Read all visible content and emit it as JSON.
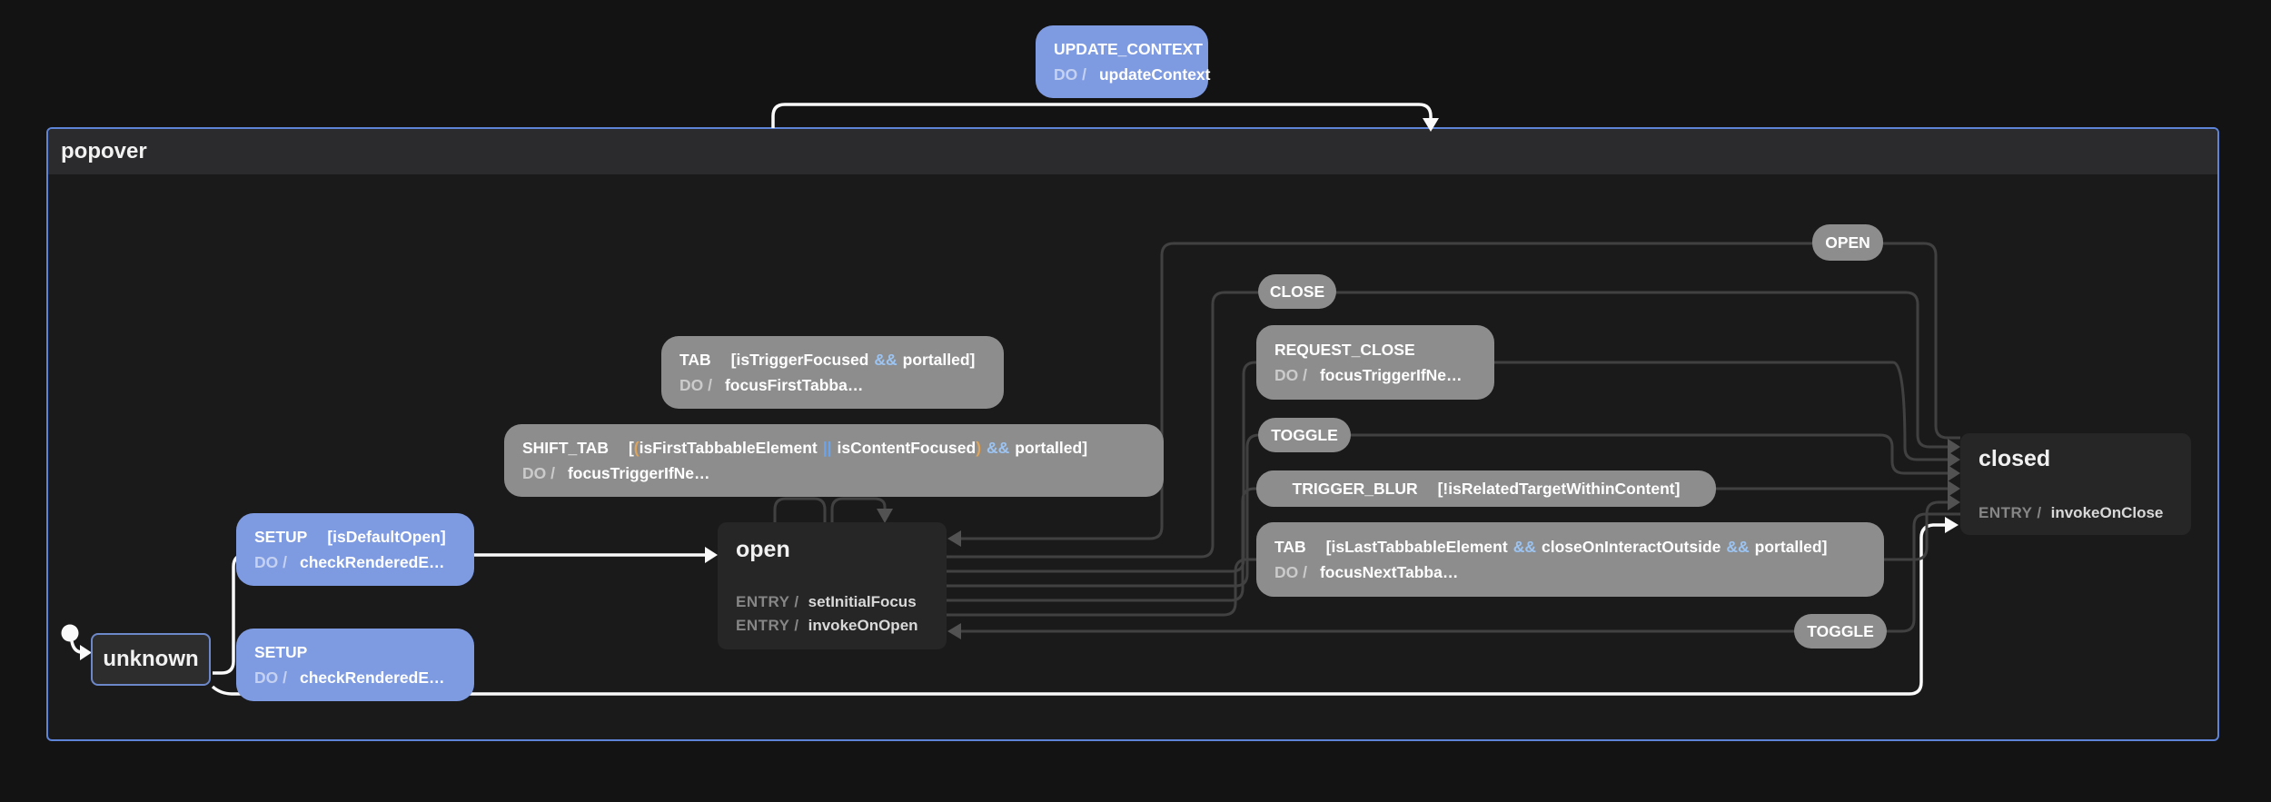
{
  "popover": {
    "title": "popover"
  },
  "colors": {
    "container_border": "#5e84d8",
    "blue_badge": "#7e9ae1",
    "gray_badge": "#8d8d8d",
    "and_operator": "#9cc4f2",
    "or_operator": "#6ba4ea",
    "paren": "#dca45c"
  },
  "states": {
    "unknown": {
      "title": "unknown"
    },
    "open": {
      "title": "open",
      "entry_label": "ENTRY /",
      "entries": [
        "setInitialFocus",
        "invokeOnOpen"
      ]
    },
    "closed": {
      "title": "closed",
      "entry_label": "ENTRY /",
      "entry": "invokeOnClose"
    }
  },
  "badges": {
    "update_context": {
      "event": "UPDATE_CONTEXT",
      "do_label": "DO /",
      "action": "updateContext"
    },
    "setup_default_open": {
      "event": "SETUP",
      "guard": "[isDefaultOpen]",
      "do_label": "DO /",
      "action": "checkRenderedE…"
    },
    "setup": {
      "event": "SETUP",
      "do_label": "DO /",
      "action": "checkRenderedE…"
    },
    "tab_trigger": {
      "event": "TAB",
      "guard_open": "[isTriggerFocused",
      "and": "&&",
      "guard_close": "portalled]",
      "do_label": "DO /",
      "action": "focusFirstTabba…"
    },
    "shift_tab": {
      "event": "SHIFT_TAB",
      "bracket_open": "[",
      "lparen": "(",
      "guard1": "isFirstTabbableElement",
      "or": "||",
      "guard2": "isContentFocused",
      "rparen": ")",
      "and": "&&",
      "guard3": "portalled]",
      "do_label": "DO /",
      "action": "focusTriggerIfNe…"
    },
    "open_event": {
      "event": "OPEN"
    },
    "close_event": {
      "event": "CLOSE"
    },
    "request_close": {
      "event": "REQUEST_CLOSE",
      "do_label": "DO /",
      "action": "focusTriggerIfNe…"
    },
    "toggle_from_open": {
      "event": "TOGGLE"
    },
    "trigger_blur": {
      "event": "TRIGGER_BLUR",
      "guard": "[!isRelatedTargetWithinContent]"
    },
    "tab_last": {
      "event": "TAB",
      "guard1": "[isLastTabbableElement",
      "and1": "&&",
      "guard2": "closeOnInteractOutside",
      "and2": "&&",
      "guard3": "portalled]",
      "do_label": "DO /",
      "action": "focusNextTabba…"
    },
    "toggle_from_closed": {
      "event": "TOGGLE"
    }
  }
}
